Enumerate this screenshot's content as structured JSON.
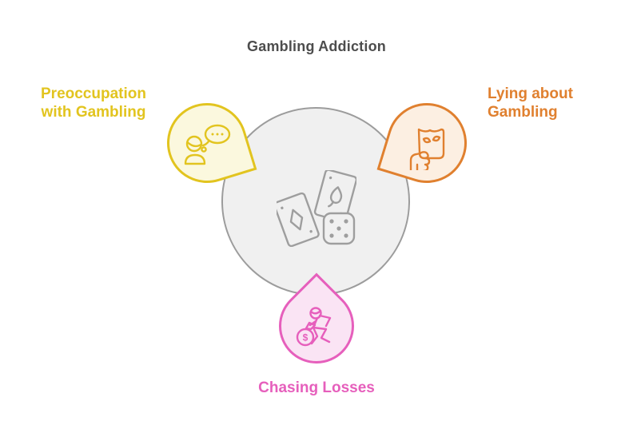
{
  "title": "Gambling Addiction",
  "colors": {
    "title-color": "#4D4D4D",
    "circle-stroke": "#9C9C9C",
    "circle-fill": "#F0F0F0",
    "icon-gray": "#9E9E9E",
    "yellow": "#E2C41F",
    "yellow-fill": "#FBF8DE",
    "orange": "#E0802F",
    "orange-fill": "#FCEFE2",
    "pink": "#E65FBC",
    "pink-fill": "#FAE4F4"
  },
  "center": {
    "icon": "playing-cards-and-dice"
  },
  "nodes": [
    {
      "id": "preoccupation",
      "label": "Preoccupation with Gambling",
      "label_line1": "Preoccupation",
      "label_line2": "with Gambling",
      "icon": "person-with-thought-bubble",
      "color": "#E2C41F"
    },
    {
      "id": "lying",
      "label": "Lying about Gambling",
      "label_line1": "Lying about",
      "label_line2": "Gambling",
      "icon": "hand-holding-mask",
      "color": "#E0802F"
    },
    {
      "id": "chasing-losses",
      "label": "Chasing Losses",
      "icon": "person-chasing-money-bag",
      "bag_symbol": "$",
      "color": "#E65FBC"
    }
  ]
}
